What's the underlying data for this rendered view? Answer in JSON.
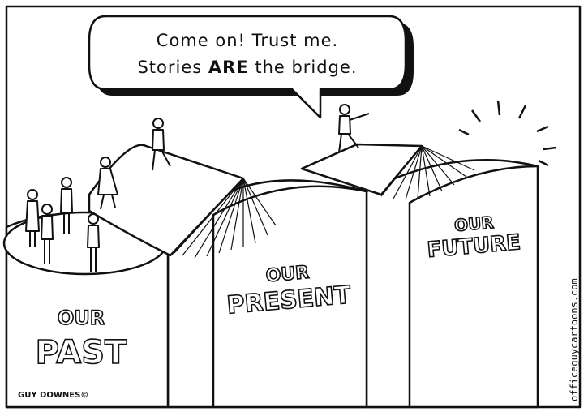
{
  "speech_bubble": {
    "line1": "Come on! Trust me.",
    "line2_pre": "Stories ",
    "line2_bold": "ARE",
    "line2_post": " the bridge."
  },
  "pillars": {
    "past": {
      "line1": "OUR",
      "line2": "PAST"
    },
    "present": {
      "line1": "OUR",
      "line2": "PRESENT"
    },
    "future": {
      "line1": "OUR",
      "line2": "FUTURE"
    }
  },
  "signature": "GUY DOWNES©",
  "website": "officeguycartoons.com",
  "colors": {
    "ink": "#111111",
    "paper": "#ffffff"
  }
}
